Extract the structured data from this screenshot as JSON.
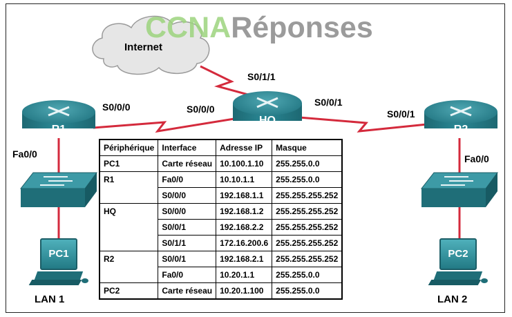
{
  "watermark": {
    "part1": "CCNA",
    "part2": "Réponses"
  },
  "cloud": {
    "label": "Internet"
  },
  "routers": {
    "r1": "R1",
    "hq": "HQ",
    "r2": "R2"
  },
  "pcs": {
    "pc1": "PC1",
    "pc2": "PC2"
  },
  "lans": {
    "lan1": "LAN 1",
    "lan2": "LAN 2"
  },
  "ports": {
    "r1_s000": "S0/0/0",
    "hq_s000": "S0/0/0",
    "hq_s011": "S0/1/1",
    "hq_s001": "S0/0/1",
    "r2_s001": "S0/0/1",
    "r1_fa00": "Fa0/0",
    "r2_fa00": "Fa0/0"
  },
  "table": {
    "headers": [
      "Périphérique",
      "Interface",
      "Adresse IP",
      "Masque"
    ],
    "rows": [
      {
        "device": "PC1",
        "interface": "Carte réseau",
        "ip": "10.100.1.10",
        "mask": "255.255.0.0"
      },
      {
        "device": "R1",
        "interface": "Fa0/0",
        "ip": "10.10.1.1",
        "mask": "255.255.0.0"
      },
      {
        "device": "",
        "interface": "S0/0/0",
        "ip": "192.168.1.1",
        "mask": "255.255.255.252"
      },
      {
        "device": "HQ",
        "interface": "S0/0/0",
        "ip": "192.168.1.2",
        "mask": "255.255.255.252"
      },
      {
        "device": "",
        "interface": "S0/0/1",
        "ip": "192.168.2.2",
        "mask": "255.255.255.252"
      },
      {
        "device": "",
        "interface": "S0/1/1",
        "ip": "172.16.200.6",
        "mask": "255.255.255.252"
      },
      {
        "device": "R2",
        "interface": "S0/0/1",
        "ip": "192.168.2.1",
        "mask": "255.255.255.252"
      },
      {
        "device": "",
        "interface": "Fa0/0",
        "ip": "10.20.1.1",
        "mask": "255.255.0.0"
      },
      {
        "device": "PC2",
        "interface": "Carte réseau",
        "ip": "10.20.1.100",
        "mask": "255.255.0.0"
      }
    ]
  },
  "colors": {
    "link": "#d42a3c",
    "device": "#2a8794",
    "watermark_green": "#9dd47e",
    "watermark_gray": "#8a8a8a"
  }
}
